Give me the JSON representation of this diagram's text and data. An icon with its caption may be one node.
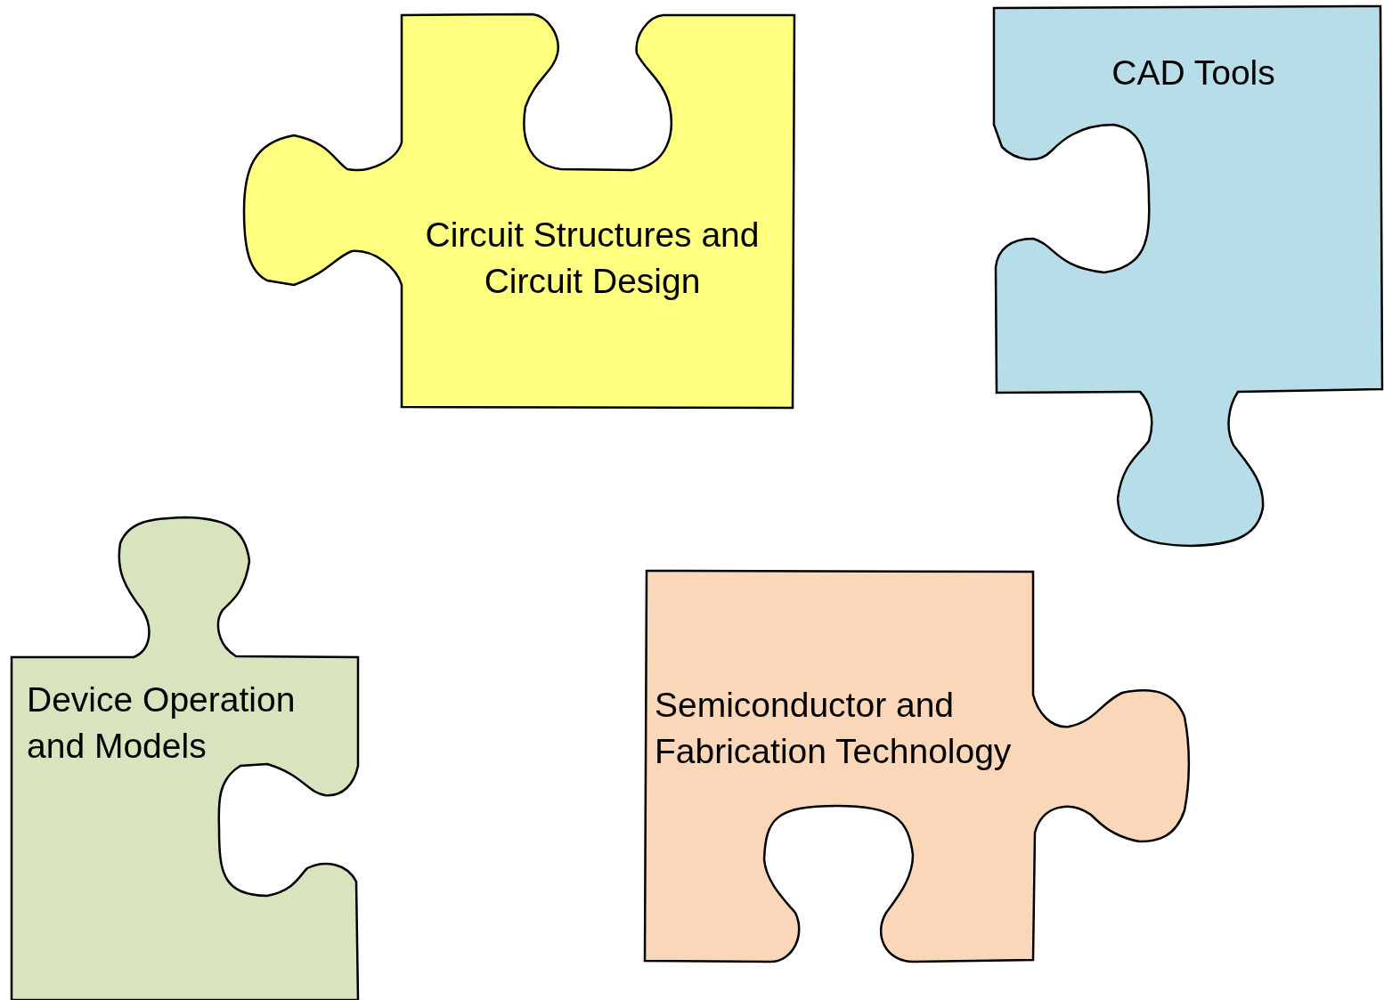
{
  "diagram": {
    "nodes": [
      {
        "text": [
          "Circuit Structures and Circuit Design"
        ]
      },
      {
        "text": [
          "CAD Tools"
        ]
      },
      {
        "text": [
          "Device Operation and Models"
        ]
      },
      {
        "text": [
          "Semiconductor and Fabrication Technology"
        ]
      }
    ]
  }
}
